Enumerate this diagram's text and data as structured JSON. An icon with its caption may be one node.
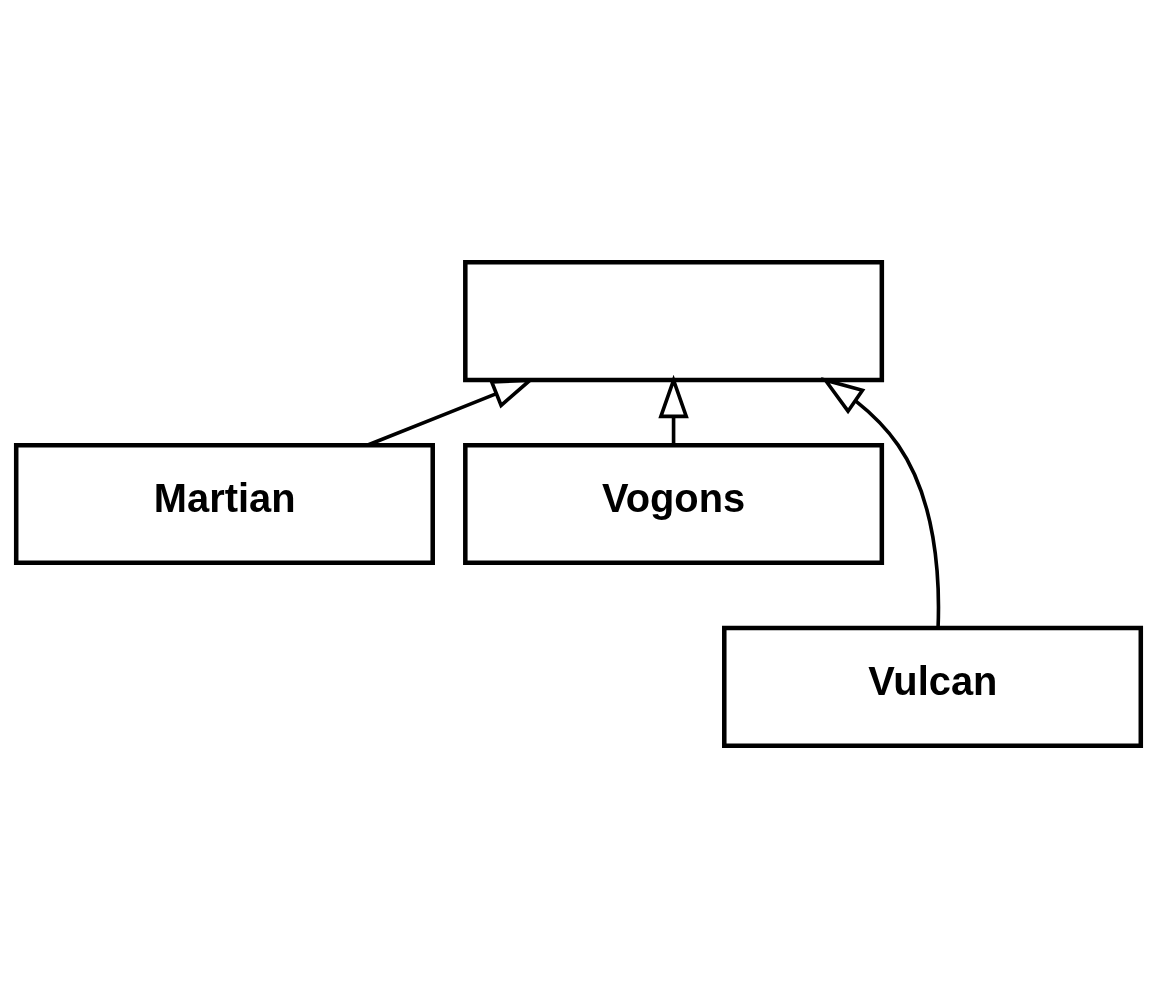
{
  "diagram": {
    "nodes": [
      {
        "text": [],
        "shape": "box"
      },
      {
        "text": [
          "Martian"
        ]
      },
      {
        "text": [
          "Vogons"
        ]
      },
      {
        "text": [
          "Vulcan"
        ]
      }
    ],
    "edges": [
      {
        "from": 1,
        "to": 0,
        "arrow": "to"
      },
      {
        "from": 3,
        "to": 0,
        "arrow": "to"
      },
      {
        "from": 2,
        "to": 0,
        "arrow": "to"
      }
    ]
  }
}
